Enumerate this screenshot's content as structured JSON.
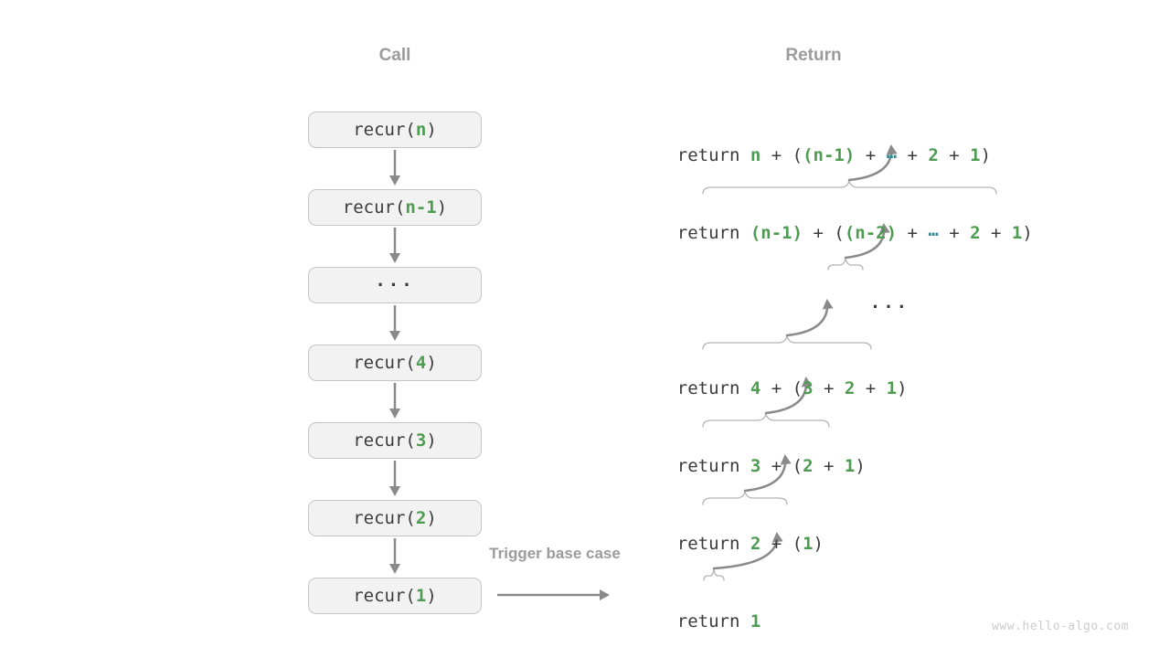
{
  "headers": {
    "call": "Call",
    "return": "Return"
  },
  "trigger_label": "Trigger base case",
  "watermark": "www.hello-algo.com",
  "colors": {
    "accent_green": "#4e9b52",
    "accent_teal": "#33898f",
    "text_dark": "#3b3b3b",
    "label_gray": "#9b9b9b",
    "arrow_gray": "#8a8a8a",
    "brace_gray": "#b3b3b3",
    "box_fill": "#f2f2f2",
    "box_border": "#c6c6c6"
  },
  "call_stack": [
    {
      "segments": [
        {
          "t": "recur(",
          "c": "d"
        },
        {
          "t": "n",
          "c": "g"
        },
        {
          "t": ")",
          "c": "d"
        }
      ]
    },
    {
      "segments": [
        {
          "t": "recur(",
          "c": "d"
        },
        {
          "t": "n-1",
          "c": "g"
        },
        {
          "t": ")",
          "c": "d"
        }
      ]
    },
    {
      "segments": [
        {
          "t": "···",
          "c": "dots"
        }
      ]
    },
    {
      "segments": [
        {
          "t": "recur(",
          "c": "d"
        },
        {
          "t": "4",
          "c": "g"
        },
        {
          "t": ")",
          "c": "d"
        }
      ]
    },
    {
      "segments": [
        {
          "t": "recur(",
          "c": "d"
        },
        {
          "t": "3",
          "c": "g"
        },
        {
          "t": ")",
          "c": "d"
        }
      ]
    },
    {
      "segments": [
        {
          "t": "recur(",
          "c": "d"
        },
        {
          "t": "2",
          "c": "g"
        },
        {
          "t": ")",
          "c": "d"
        }
      ]
    },
    {
      "segments": [
        {
          "t": "recur(",
          "c": "d"
        },
        {
          "t": "1",
          "c": "g"
        },
        {
          "t": ")",
          "c": "d"
        }
      ]
    }
  ],
  "returns": [
    {
      "segments": [
        {
          "t": "return ",
          "c": "d"
        },
        {
          "t": "n",
          "c": "g"
        },
        {
          "t": " + ",
          "c": "d"
        },
        {
          "t": "(",
          "c": "d"
        },
        {
          "t": "(n-1)",
          "c": "g"
        },
        {
          "t": " + ",
          "c": "d"
        },
        {
          "t": "…",
          "c": "t"
        },
        {
          "t": " + ",
          "c": "d"
        },
        {
          "t": "2",
          "c": "g"
        },
        {
          "t": " + ",
          "c": "d"
        },
        {
          "t": "1",
          "c": "g"
        },
        {
          "t": ")",
          "c": "d"
        }
      ]
    },
    {
      "segments": [
        {
          "t": "return ",
          "c": "d"
        },
        {
          "t": "(n-1)",
          "c": "g"
        },
        {
          "t": " + ",
          "c": "d"
        },
        {
          "t": "(",
          "c": "d"
        },
        {
          "t": "(n-2)",
          "c": "g"
        },
        {
          "t": " + ",
          "c": "d"
        },
        {
          "t": "…",
          "c": "t"
        },
        {
          "t": " + ",
          "c": "d"
        },
        {
          "t": "2",
          "c": "g"
        },
        {
          "t": " + ",
          "c": "d"
        },
        {
          "t": "1",
          "c": "g"
        },
        {
          "t": ")",
          "c": "d"
        }
      ]
    },
    {
      "segments": [
        {
          "t": "···",
          "c": "dots"
        }
      ]
    },
    {
      "segments": [
        {
          "t": "return ",
          "c": "d"
        },
        {
          "t": "4",
          "c": "g"
        },
        {
          "t": " + ",
          "c": "d"
        },
        {
          "t": "(",
          "c": "d"
        },
        {
          "t": "3",
          "c": "g"
        },
        {
          "t": " + ",
          "c": "d"
        },
        {
          "t": "2",
          "c": "g"
        },
        {
          "t": " + ",
          "c": "d"
        },
        {
          "t": "1",
          "c": "g"
        },
        {
          "t": ")",
          "c": "d"
        }
      ]
    },
    {
      "segments": [
        {
          "t": "return ",
          "c": "d"
        },
        {
          "t": "3",
          "c": "g"
        },
        {
          "t": " + ",
          "c": "d"
        },
        {
          "t": "(",
          "c": "d"
        },
        {
          "t": "2",
          "c": "g"
        },
        {
          "t": " + ",
          "c": "d"
        },
        {
          "t": "1",
          "c": "g"
        },
        {
          "t": ")",
          "c": "d"
        }
      ]
    },
    {
      "segments": [
        {
          "t": "return ",
          "c": "d"
        },
        {
          "t": "2",
          "c": "g"
        },
        {
          "t": " + ",
          "c": "d"
        },
        {
          "t": "(",
          "c": "d"
        },
        {
          "t": "1",
          "c": "g"
        },
        {
          "t": ")",
          "c": "d"
        }
      ]
    },
    {
      "segments": [
        {
          "t": "return ",
          "c": "d"
        },
        {
          "t": "1",
          "c": "g"
        }
      ]
    }
  ]
}
